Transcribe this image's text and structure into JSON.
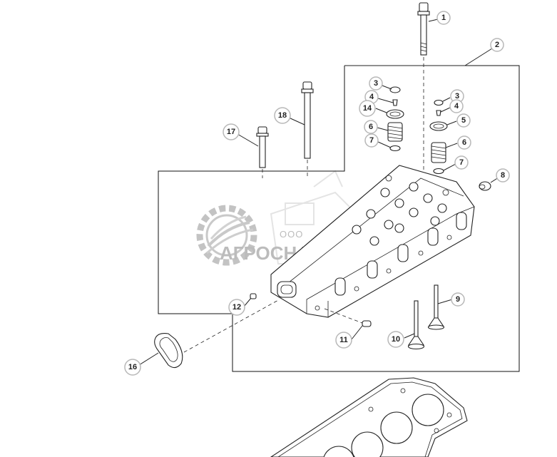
{
  "watermark": {
    "company_prefix": "ООО",
    "company_name": "АГРОСНАБ",
    "logo_icon": "gear-wheat-logo-icon",
    "color": "#b5b5b5"
  },
  "callouts": [
    {
      "id": "callout-1",
      "label": "1"
    },
    {
      "id": "callout-2",
      "label": "2"
    },
    {
      "id": "callout-3a",
      "label": "3"
    },
    {
      "id": "callout-3b",
      "label": "3"
    },
    {
      "id": "callout-4a",
      "label": "4"
    },
    {
      "id": "callout-4b",
      "label": "4"
    },
    {
      "id": "callout-5",
      "label": "5"
    },
    {
      "id": "callout-6a",
      "label": "6"
    },
    {
      "id": "callout-6b",
      "label": "6"
    },
    {
      "id": "callout-7a",
      "label": "7"
    },
    {
      "id": "callout-7b",
      "label": "7"
    },
    {
      "id": "callout-8",
      "label": "8"
    },
    {
      "id": "callout-9",
      "label": "9"
    },
    {
      "id": "callout-10",
      "label": "10"
    },
    {
      "id": "callout-11",
      "label": "11"
    },
    {
      "id": "callout-12",
      "label": "12"
    },
    {
      "id": "callout-14",
      "label": "14"
    },
    {
      "id": "callout-16",
      "label": "16"
    },
    {
      "id": "callout-17",
      "label": "17"
    },
    {
      "id": "callout-18",
      "label": "18"
    }
  ],
  "colors": {
    "line": "#222222",
    "callout_border": "#b8b8b8"
  }
}
